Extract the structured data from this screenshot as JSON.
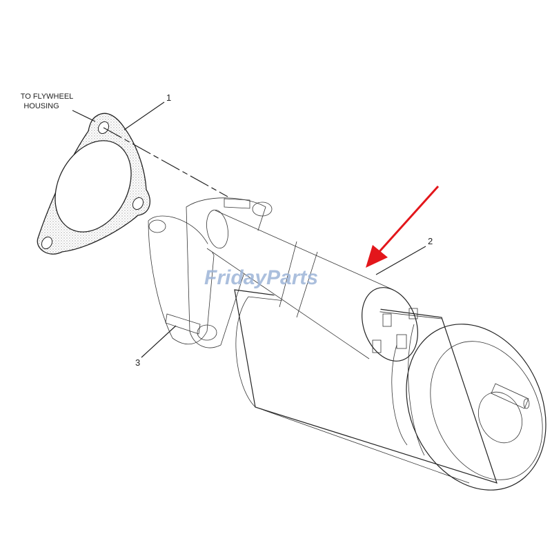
{
  "diagram": {
    "callouts": {
      "flywheel_note": [
        "TO FLYWHEEL",
        "HOUSING"
      ],
      "part_1": "1",
      "part_2": "2",
      "part_3": "3"
    },
    "watermark": "FridayParts",
    "colors": {
      "arrow": "#e3161b",
      "watermark_text": "#9db5d8",
      "watermark_accent": "#f0b04a",
      "linework": "#222222"
    }
  }
}
